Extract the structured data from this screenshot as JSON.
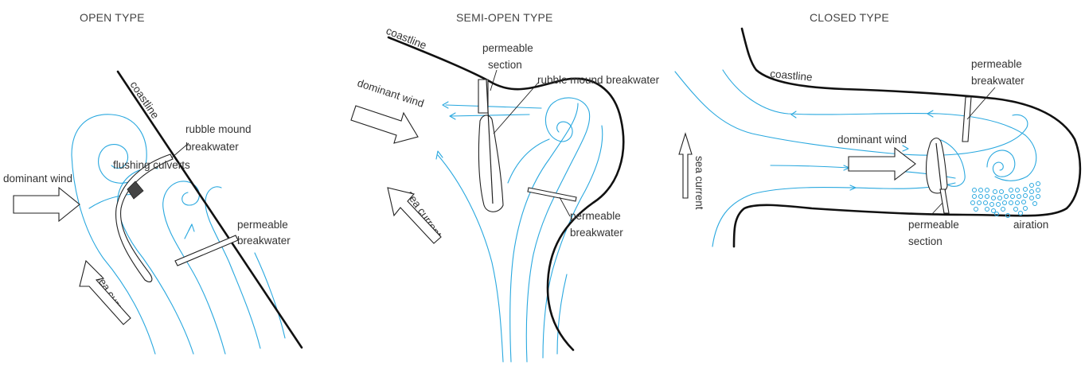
{
  "titles": {
    "open": "OPEN TYPE",
    "semi": "SEMI-OPEN TYPE",
    "closed": "CLOSED TYPE"
  },
  "open": {
    "coastline": "coastline",
    "rubble_1": "rubble mound",
    "rubble_2": "breakwater",
    "culverts": "flushing culverts",
    "wind": "dominant wind",
    "perm_1": "permeable",
    "perm_2": "breakwater",
    "current": "sea current"
  },
  "semi": {
    "coastline": "coastline",
    "section_1": "permeable",
    "section_2": "section",
    "rubble": "rubble mound breakwater",
    "wind": "dominant wind",
    "current": "sea current",
    "perm_1": "permeable",
    "perm_2": "breakwater"
  },
  "closed": {
    "coastline": "coastline",
    "perm_1": "permeable",
    "perm_2": "breakwater",
    "wind": "dominant wind",
    "current": "sea current",
    "section_1": "permeable",
    "section_2": "section",
    "aeration": "airation"
  },
  "colors": {
    "current": "#29a8df",
    "coast": "#111111",
    "text": "#333333"
  }
}
